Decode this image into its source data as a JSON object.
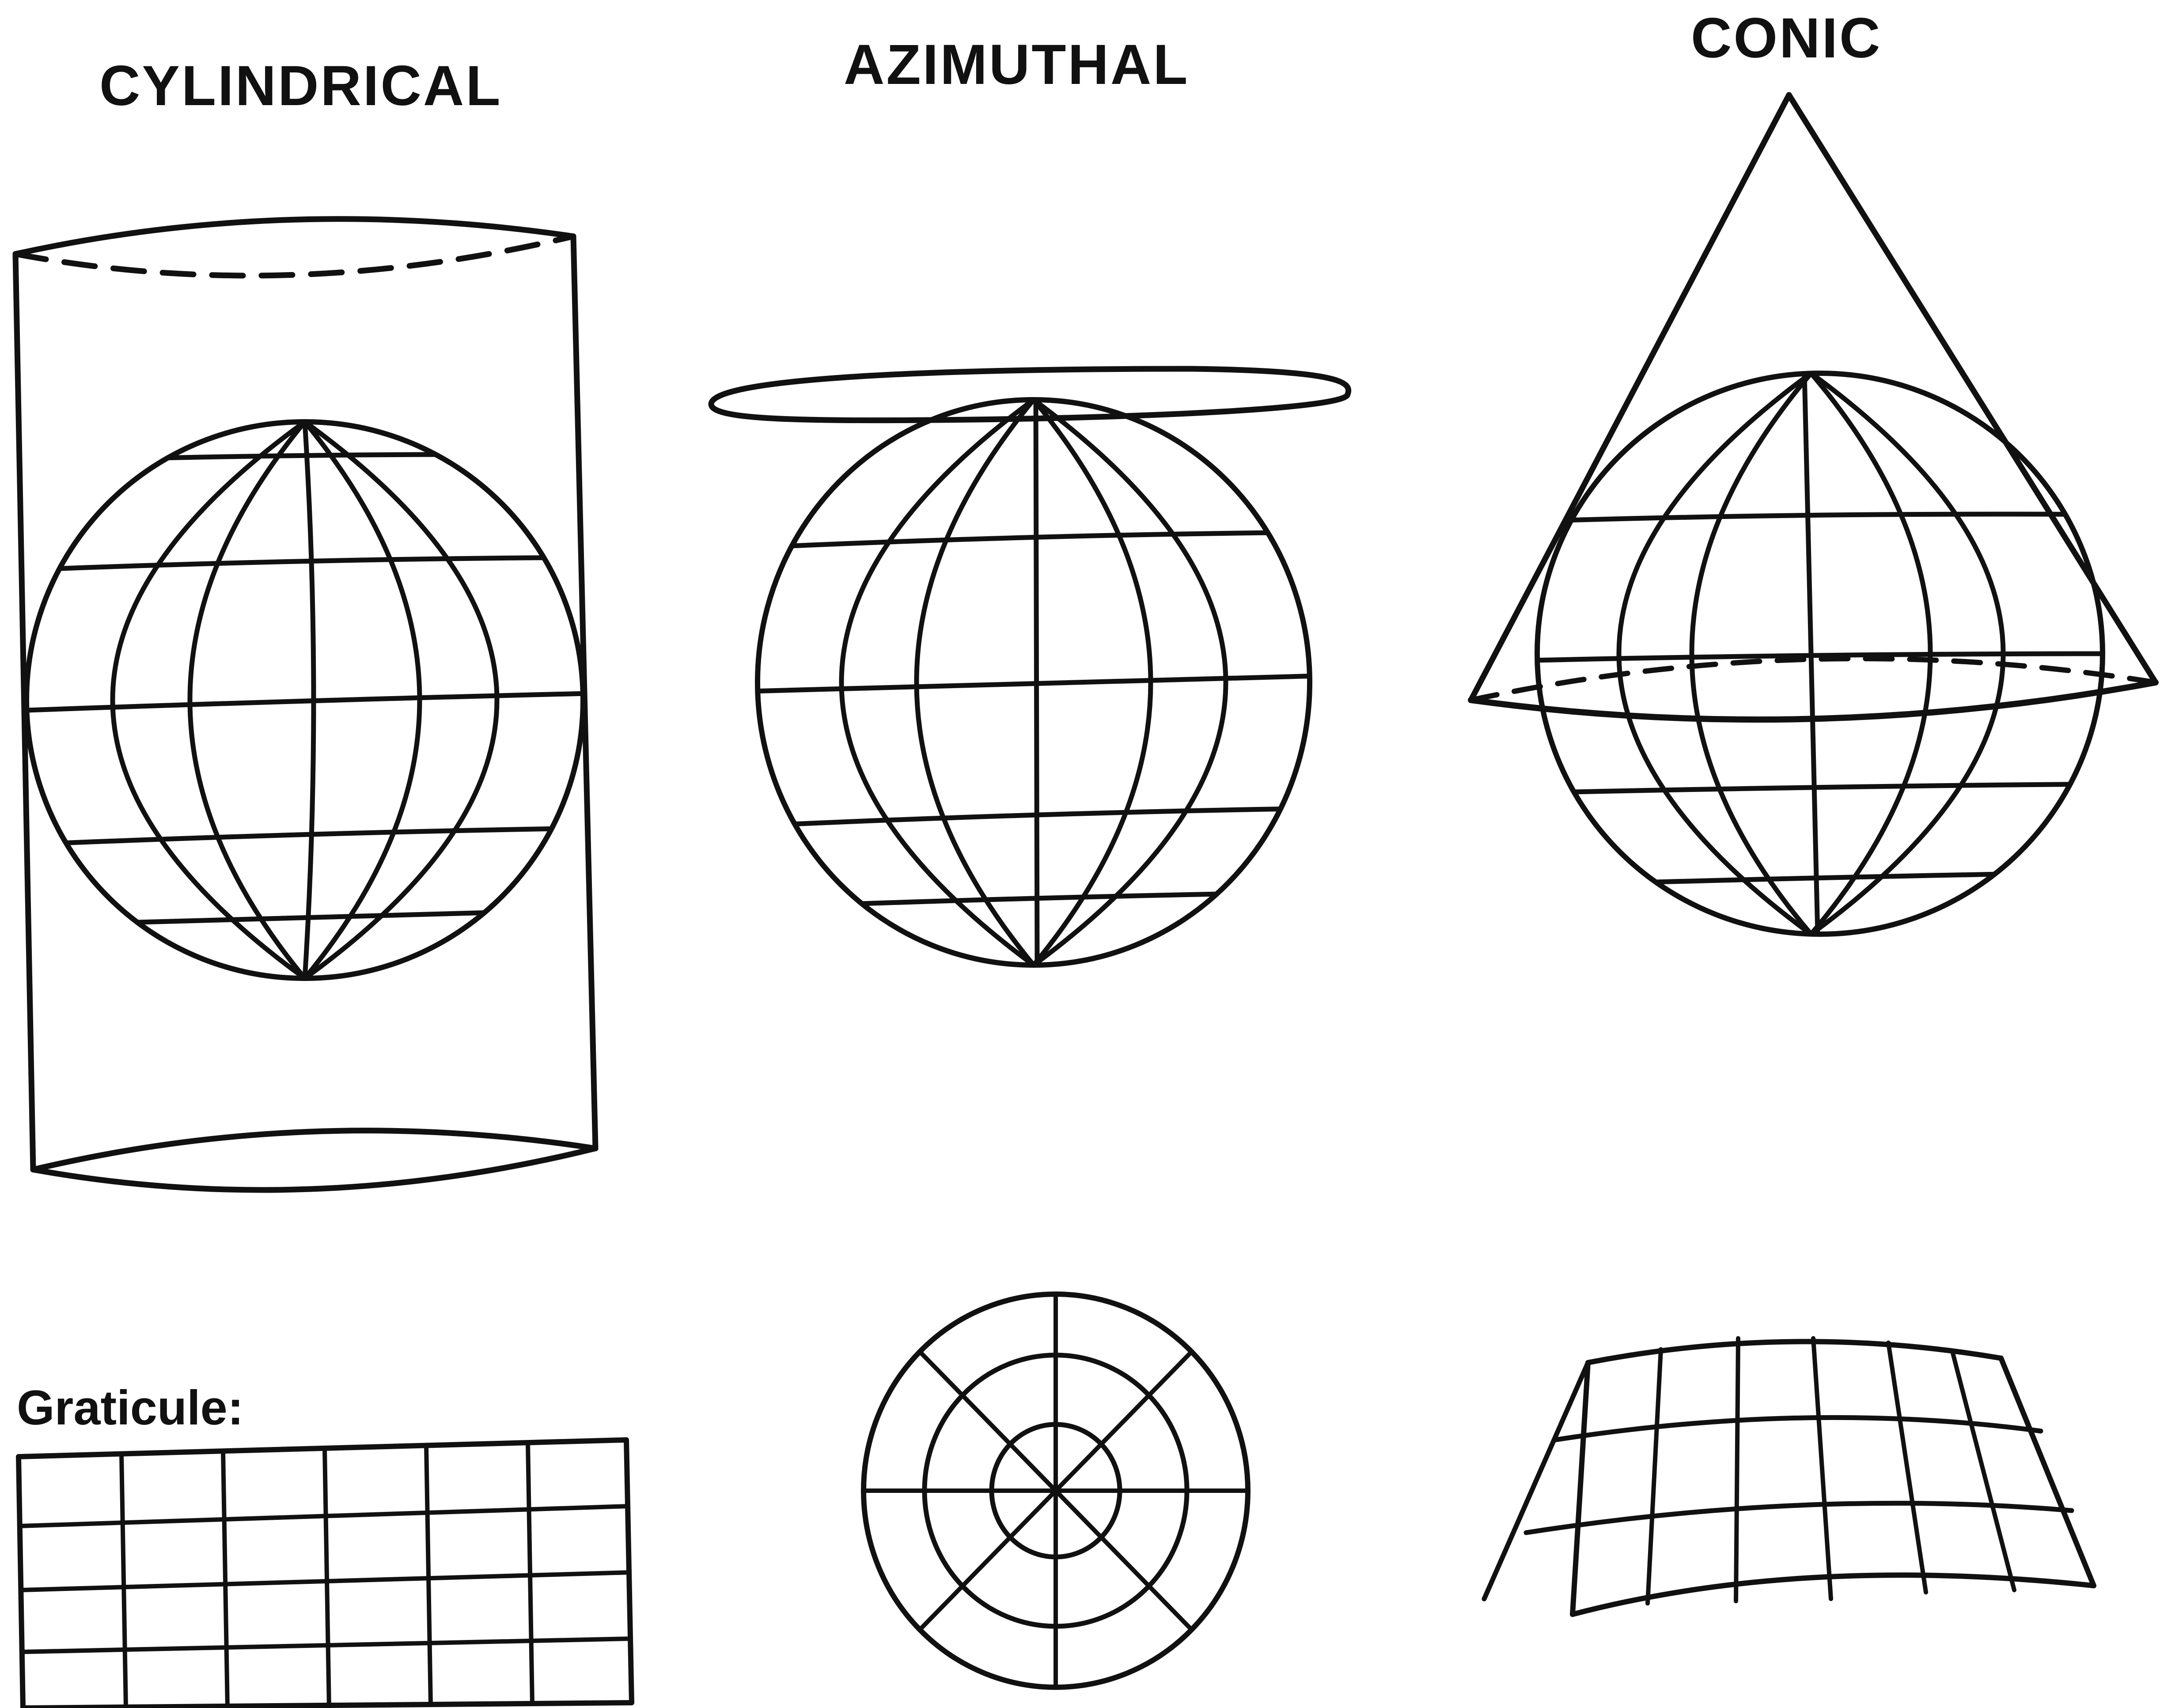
{
  "labels": {
    "cylindrical": "CYLINDRICAL",
    "azimuthal": "AZIMUTHAL",
    "conic": "CONIC",
    "graticule": "Graticule:"
  },
  "colors": {
    "ink": "#111111",
    "background": "#ffffff"
  }
}
